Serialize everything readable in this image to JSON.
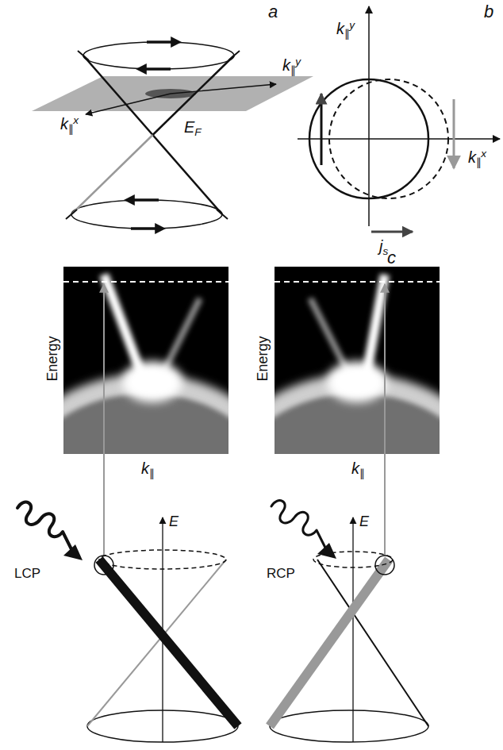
{
  "diagram": {
    "labels": [
      "a",
      "b",
      "k∥y",
      "k∥x",
      "EF",
      "k∥y",
      "k∥x",
      "js",
      "c",
      "Energy",
      "k∥",
      "Energy",
      "k∥",
      "LCP",
      "E",
      "RCP",
      "E"
    ]
  }
}
